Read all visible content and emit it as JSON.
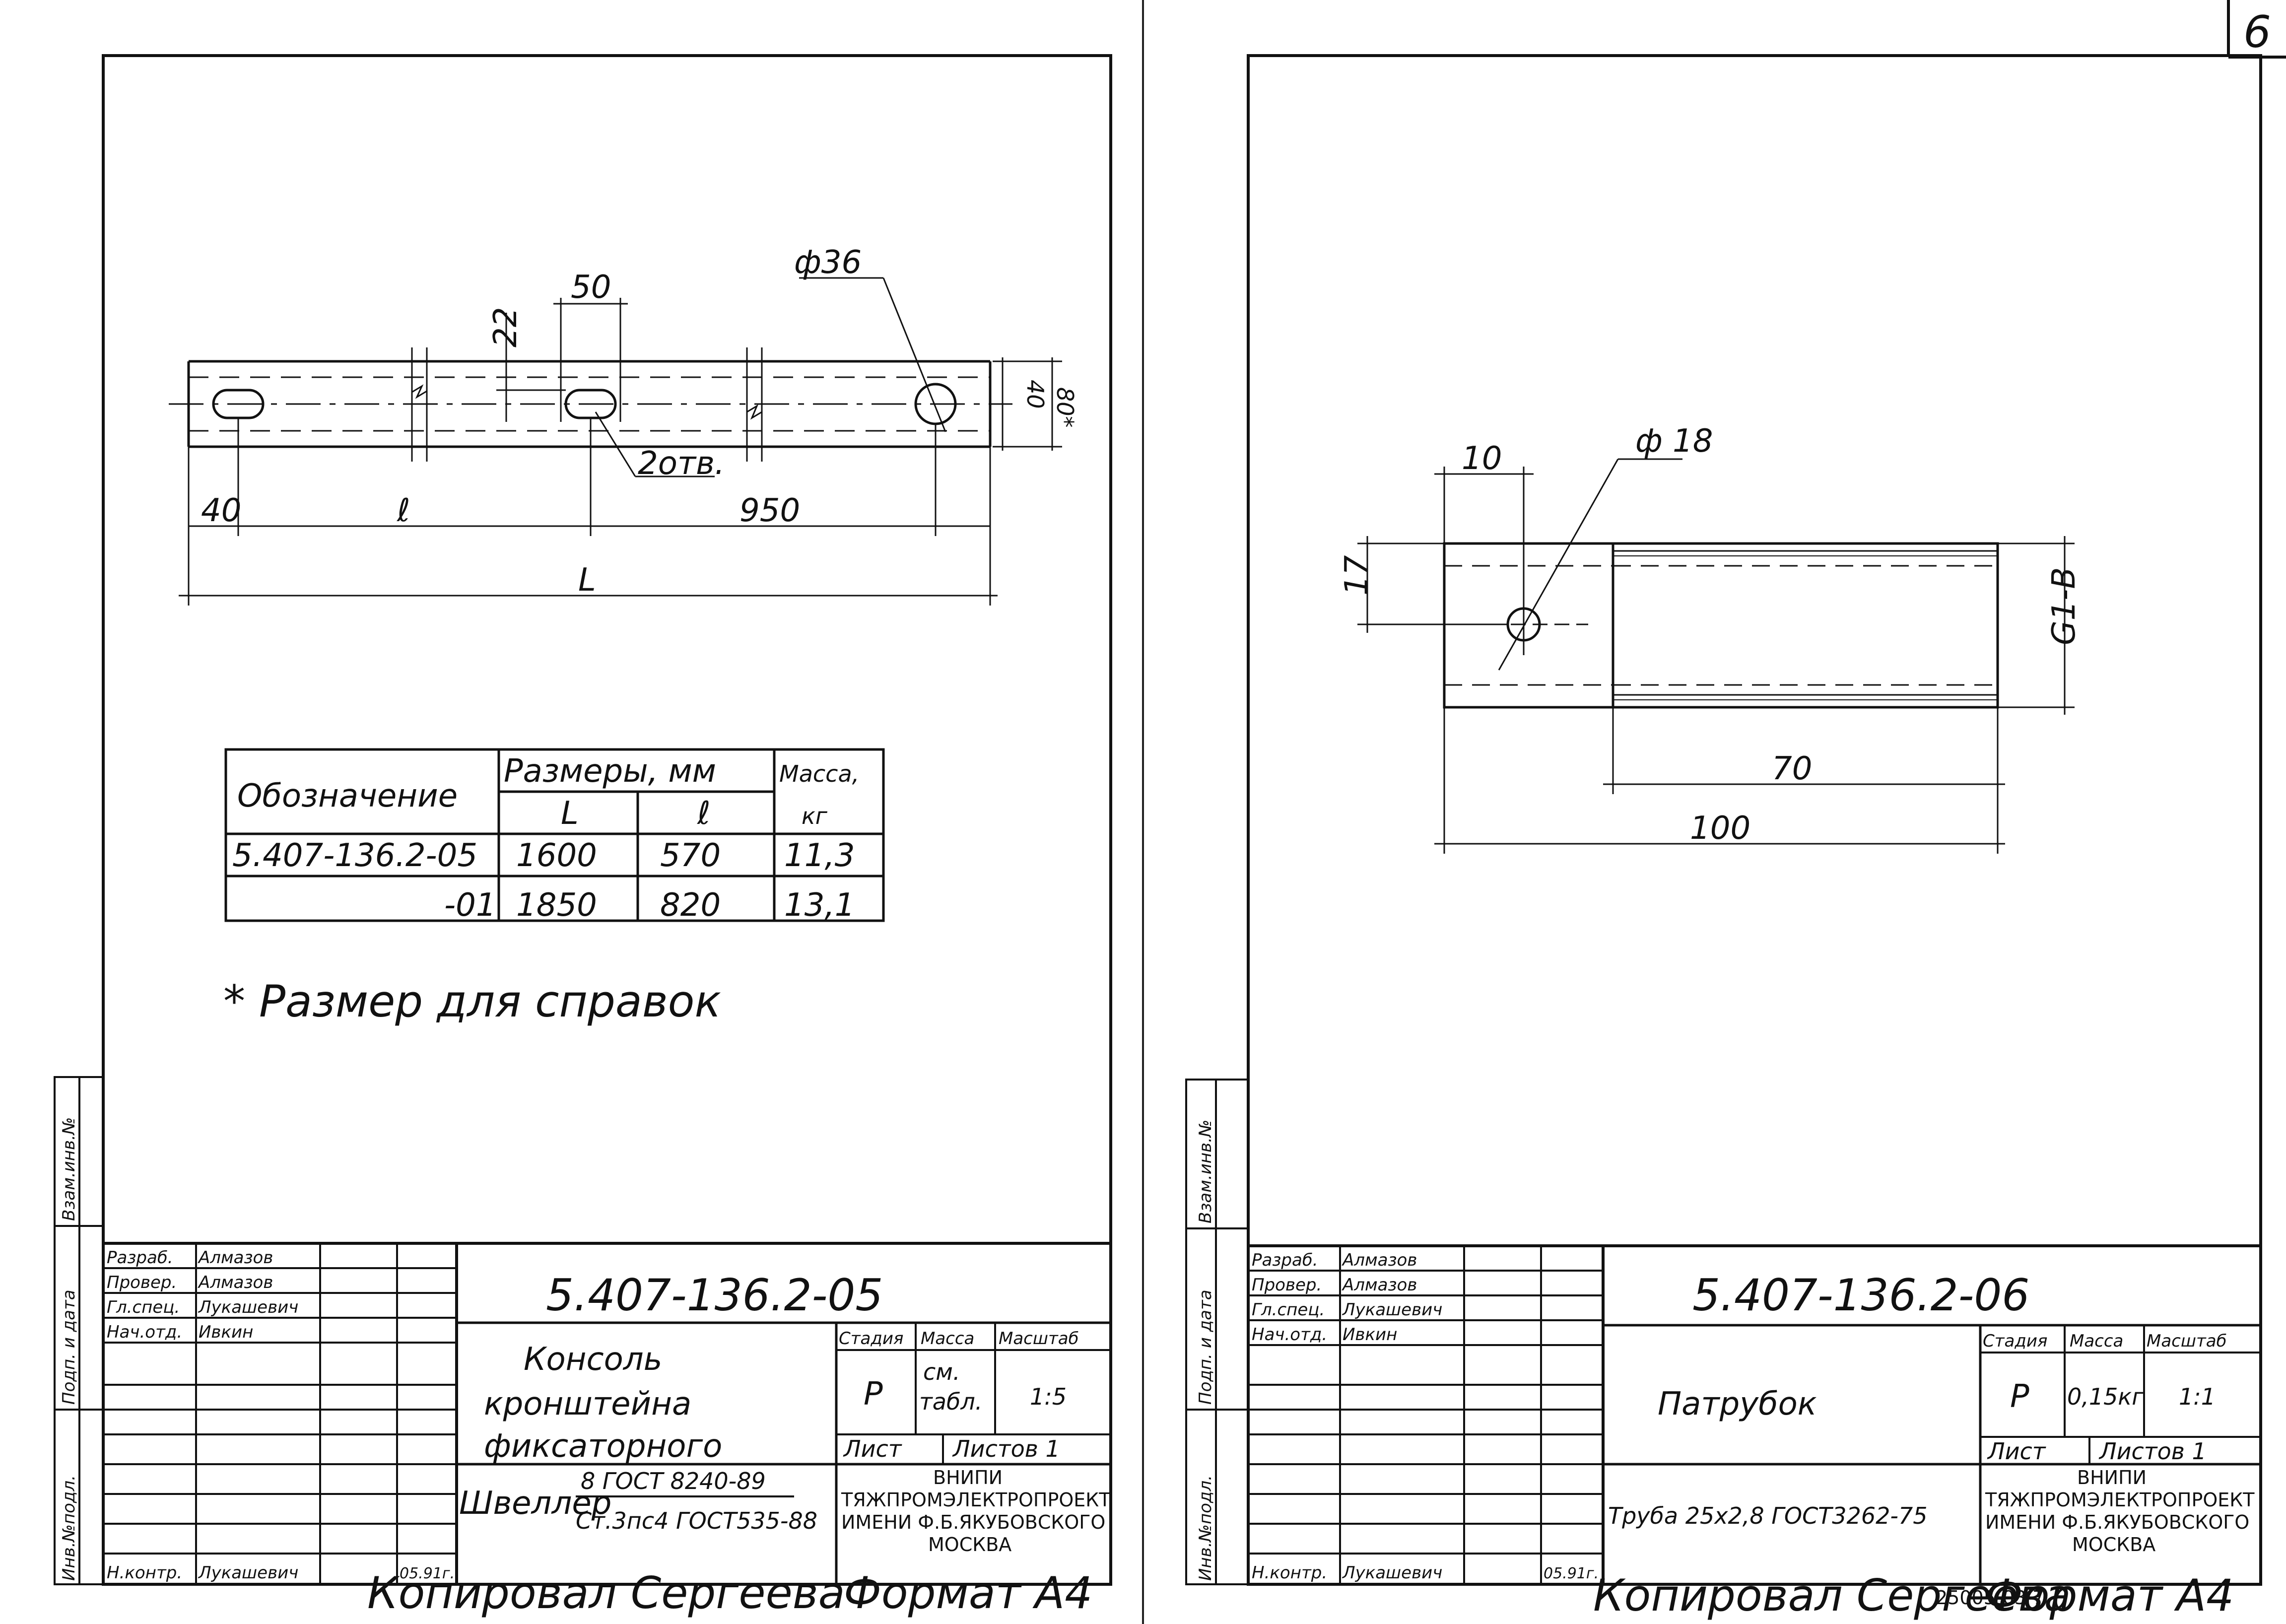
{
  "sheet_number": "6",
  "bottom": {
    "copied_left": "Копировал Сергеева",
    "format_left": "Формат А4",
    "copied_right": "Копировал Сергеева",
    "format_right": "Формат А4",
    "archive_code": "25005-03    7"
  },
  "side_stamp": {
    "inv_podl": "Инв.№подл.",
    "podp_data": "Подп. и дата",
    "vzam_inv": "Взам.инв.№"
  },
  "left": {
    "drawing": {
      "dim_50": "50",
      "dim_22": "22",
      "dim_d36": "ф36",
      "dim_40v": "40",
      "dim_80": "80*",
      "holes": "2отв.",
      "dim_40": "40",
      "dim_l": "ℓ",
      "dim_950": "950",
      "dim_L": "L"
    },
    "table": {
      "h_designation": "Обозначение",
      "h_sizes": "Размеры, мм",
      "h_L": "L",
      "h_l": "ℓ",
      "h_mass": "Масса,",
      "h_kg": "кг",
      "rows": [
        {
          "designation": "5.407-136.2-05",
          "L": "1600",
          "l": "570",
          "mass": "11,3"
        },
        {
          "designation": "-01",
          "L": "1850",
          "l": "820",
          "mass": "13,1"
        }
      ]
    },
    "note": "* Размер для справок",
    "title_block": {
      "code": "5.407-136.2-05",
      "name_1": "Консоль",
      "name_2": "кронштейна",
      "name_3": "фиксаторного",
      "stage_h": "Стадия",
      "mass_h": "Масса",
      "scale_h": "Масштаб",
      "stage": "Р",
      "mass_1": "см.",
      "mass_2": "табл.",
      "scale": "1:5",
      "sheet_h": "Лист",
      "sheets_h": "Листов 1",
      "material_1": "Швеллер",
      "material_2": "8 ГОСТ 8240-89",
      "material_3": "Ст.3пс4 ГОСТ535-88",
      "org_1": "ВНИПИ",
      "org_2": "ТЯЖПРОМЭЛЕКТРОПРОЕКТ",
      "org_3": "ИМЕНИ Ф.Б.ЯКУБОВСКОГО",
      "org_4": "МОСКВА",
      "signers": [
        {
          "role": "Разраб.",
          "name": "Алмазов"
        },
        {
          "role": "Провер.",
          "name": "Алмазов"
        },
        {
          "role": "Гл.спец.",
          "name": "Лукашевич"
        },
        {
          "role": "Нач.отд.",
          "name": "Ивкин"
        }
      ],
      "norm_role": "Н.контр.",
      "norm_name": "Лукашевич",
      "date": "05.91г."
    }
  },
  "right": {
    "drawing": {
      "dim_10": "10",
      "dim_d18": "ф 18",
      "dim_17": "17",
      "dim_thread": "G1-B",
      "dim_70": "70",
      "dim_100": "100"
    },
    "title_block": {
      "code": "5.407-136.2-06",
      "name": "Патрубок",
      "stage_h": "Стадия",
      "mass_h": "Масса",
      "scale_h": "Масштаб",
      "stage": "Р",
      "mass": "0,15кг",
      "scale": "1:1",
      "sheet_h": "Лист",
      "sheets_h": "Листов 1",
      "material": "Труба 25х2,8 ГОСТ3262-75",
      "org_1": "ВНИПИ",
      "org_2": "ТЯЖПРОМЭЛЕКТРОПРОЕКТ",
      "org_3": "ИМЕНИ Ф.Б.ЯКУБОВСКОГО",
      "org_4": "МОСКВА",
      "signers": [
        {
          "role": "Разраб.",
          "name": "Алмазов"
        },
        {
          "role": "Провер.",
          "name": "Алмазов"
        },
        {
          "role": "Гл.спец.",
          "name": "Лукашевич"
        },
        {
          "role": "Нач.отд.",
          "name": "Ивкин"
        }
      ],
      "norm_role": "Н.контр.",
      "norm_name": "Лукашевич",
      "date": "05.91г."
    }
  }
}
